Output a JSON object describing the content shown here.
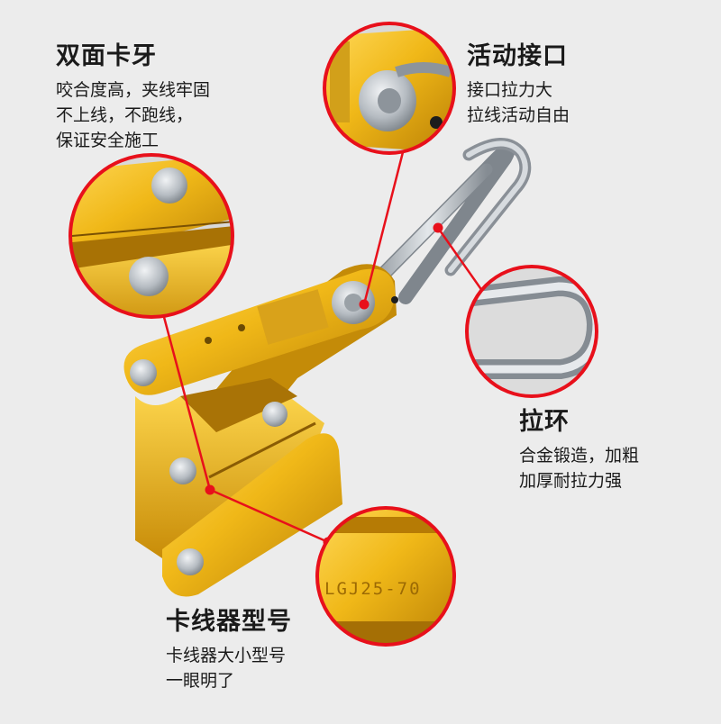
{
  "callouts": {
    "double_jaw": {
      "title": "双面卡牙",
      "lines": [
        "咬合度高，夹线牢固",
        "不上线，不跑线，",
        "保证安全施工"
      ]
    },
    "joint": {
      "title": "活动接口",
      "lines": [
        "接口拉力大",
        "拉线活动自由"
      ]
    },
    "pull_ring": {
      "title": "拉环",
      "lines": [
        "合金锻造，加粗",
        "加厚耐拉力强"
      ]
    },
    "model": {
      "title": "卡线器型号",
      "lines": [
        "卡线器大小型号",
        "一眼明了"
      ]
    }
  },
  "product": {
    "model_marking": "LGJ25-70"
  },
  "colors": {
    "accent_red": "#e8101b",
    "gold": "#e8b010",
    "gold_dark": "#b27d06",
    "steel": "#b9bec4",
    "background": "#ececec"
  }
}
